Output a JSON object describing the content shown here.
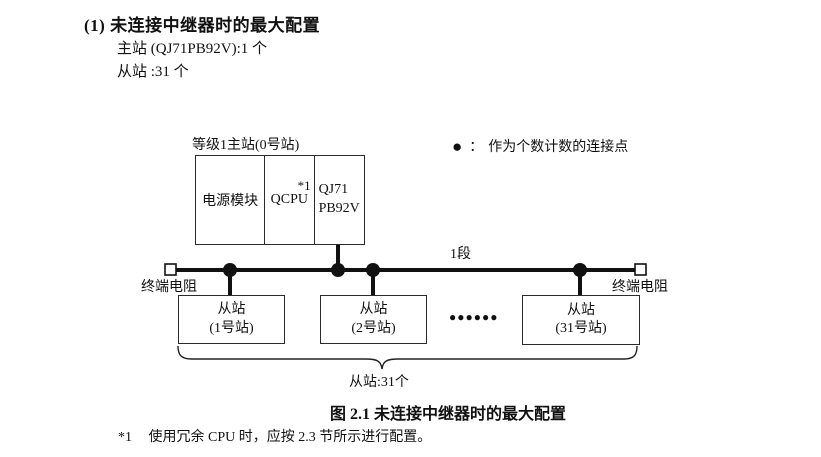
{
  "header": {
    "heading": "(1) 未连接中继器时的最大配置",
    "master_count": "主站 (QJ71PB92V):1 个",
    "slave_count": "从站 :31 个"
  },
  "legend": {
    "symbol": "●",
    "colon": "：",
    "text": "作为个数计数的连接点"
  },
  "diagram": {
    "master": {
      "label": "等级1主站(0号站)",
      "cell_power": "电源模块",
      "cell_cpu": "QCPU",
      "cell_cpu_note": "*1",
      "cell_module": "QJ71\nPB92V"
    },
    "segment_label": "1段",
    "terminator_left": "终端电阻",
    "terminator_right": "终端电阻",
    "slaves": [
      {
        "name": "从站",
        "station": "(1号站)"
      },
      {
        "name": "从站",
        "station": "(2号站)"
      },
      {
        "name": "从站",
        "station": "(31号站)"
      }
    ],
    "ellipsis": "●●●●●●",
    "brace_label": "从站:31个"
  },
  "caption": "图 2.1 未连接中继器时的最大配置",
  "footnote": {
    "marker": "*1",
    "text": "使用冗余 CPU 时，应按 2.3 节所示进行配置。"
  }
}
